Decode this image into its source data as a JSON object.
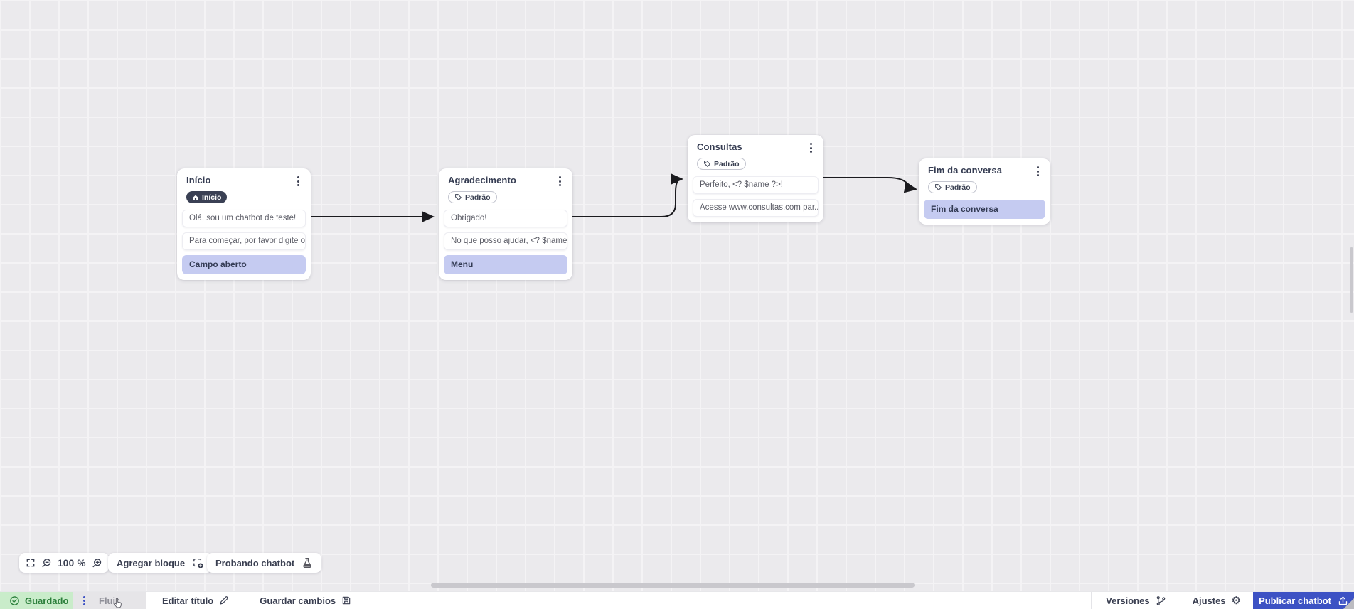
{
  "canvas": {
    "zoom_level": "100 %",
    "nodes": [
      {
        "title": "Início",
        "badge": {
          "label": "Início",
          "style": "dark",
          "icon": "home-icon"
        },
        "messages": [
          {
            "text": "Olá, sou um chatbot de teste!",
            "highlight": false
          },
          {
            "text": "Para começar, por favor digite o ...",
            "highlight": false
          },
          {
            "text": "Campo aberto",
            "highlight": true
          }
        ]
      },
      {
        "title": "Agradecimento",
        "badge": {
          "label": "Padrão",
          "style": "outline",
          "icon": "tag-icon"
        },
        "messages": [
          {
            "text": "Obrigado!",
            "highlight": false
          },
          {
            "text": "No que posso ajudar, <? $name ...",
            "highlight": false
          },
          {
            "text": "Menu",
            "highlight": true
          }
        ]
      },
      {
        "title": "Consultas",
        "badge": {
          "label": "Padrão",
          "style": "outline",
          "icon": "tag-icon"
        },
        "messages": [
          {
            "text": "Perfeito, <? $name ?>!",
            "highlight": false
          },
          {
            "text": "Acesse www.consultas.com par...",
            "highlight": false
          }
        ]
      },
      {
        "title": "Fim da conversa",
        "badge": {
          "label": "Padrão",
          "style": "outline",
          "icon": "tag-icon"
        },
        "messages": [
          {
            "text": "Fim da conversa",
            "highlight": true
          }
        ]
      }
    ],
    "buttons": {
      "add_block": "Agregar bloque",
      "test_chatbot": "Probando chatbot"
    }
  },
  "status_bar": {
    "saved_label": "Guardado",
    "flow_tab_label": "Fluir",
    "edit_title_label": "Editar título",
    "save_changes_label": "Guardar cambios",
    "versions_label": "Versiones",
    "settings_label": "Ajustes",
    "publish_label": "Publicar chatbot"
  },
  "icons": {
    "home-icon": "house glyph in dark start badge",
    "tag-icon": "outlined label tag",
    "kebab-icon": "vertical three dots",
    "fullscreen-icon": "four corner brackets",
    "zoom-out-icon": "magnifier with minus",
    "zoom-in-icon": "magnifier with plus",
    "add-block-icon": "dashed square with plus",
    "flask-icon": "test flask",
    "check-circle-icon": "check inside circle",
    "drag-dots-icon": "blue vertical dots",
    "pencil-icon": "edit pencil",
    "save-icon": "floppy disk",
    "branch-icon": "git branch",
    "gear-icon": "⚙",
    "publish-icon": "tray with up arrow",
    "hand-cursor": "pointing hand cursor"
  },
  "colors": {
    "accent_blue": "#3D52C4",
    "highlight_lavender": "#C5CBF1",
    "saved_green_bg": "#C9ECCA",
    "saved_green_text": "#2B7F3B",
    "badge_dark": "#3A4054",
    "edge_black": "#1B1B1F",
    "canvas_bg": "#EBEAED"
  }
}
